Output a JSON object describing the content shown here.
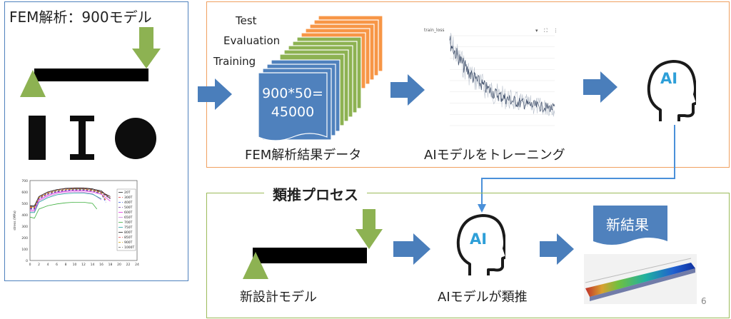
{
  "left_panel": {
    "title": "FEM解析：900モデル",
    "graph": {
      "ylabel": "stress (MPa)",
      "y_ticks": [
        "700",
        "600",
        "500",
        "400",
        "300",
        "200",
        "100",
        "0"
      ],
      "x_ticks": [
        "0",
        "2",
        "4",
        "6",
        "8",
        "10",
        "12",
        "14",
        "16",
        "18",
        "20",
        "22",
        "24"
      ],
      "legend": [
        "20T",
        "300T",
        "400T",
        "500T",
        "600T",
        "650T",
        "700T",
        "750T",
        "800T",
        "850T",
        "900T",
        "1000T"
      ]
    }
  },
  "training": {
    "stack_labels": [
      "Test",
      "Evaluation",
      "Training"
    ],
    "stack_value_line1": "900*50=",
    "stack_value_line2": "45000",
    "caption_data": "FEM解析結果データ",
    "loss_chart_title": "train_loss",
    "caption_train": "AIモデルをトレーニング",
    "ai_label": "AI"
  },
  "inference": {
    "title": "類推プロセス",
    "caption_model": "新設計モデル",
    "ai_label": "AI",
    "caption_ai": "AIモデルが類推",
    "new_result_label": "新結果"
  },
  "page_number": "6",
  "colors": {
    "blue": "#4f81bd",
    "orange": "#f79646",
    "green": "#8db252",
    "arrow": "#4a7ebb"
  },
  "chart_data": {
    "type": "line",
    "xlabel": "",
    "ylabel": "stress (MPa)",
    "ylim": [
      0,
      700
    ],
    "xlim": [
      0,
      24
    ],
    "series": [
      {
        "name": "20T",
        "x": [
          0,
          1,
          2,
          4,
          6,
          8,
          10,
          12,
          14,
          16,
          18
        ],
        "values": [
          470,
          470,
          560,
          600,
          620,
          630,
          630,
          630,
          625,
          610,
          540
        ]
      },
      {
        "name": "300T",
        "x": [
          0,
          1,
          2,
          4,
          6,
          8,
          10,
          12,
          14,
          16,
          17
        ],
        "values": [
          460,
          460,
          550,
          590,
          610,
          620,
          625,
          625,
          615,
          590,
          520
        ]
      },
      {
        "name": "400T",
        "x": [
          0,
          1,
          2,
          4,
          6,
          8,
          10,
          12,
          14,
          16,
          17
        ],
        "values": [
          455,
          455,
          545,
          585,
          605,
          615,
          620,
          620,
          610,
          580,
          510
        ]
      },
      {
        "name": "500T",
        "x": [
          0,
          1,
          2,
          4,
          6,
          8,
          10,
          12,
          14,
          16,
          18
        ],
        "values": [
          450,
          450,
          540,
          580,
          600,
          612,
          616,
          615,
          608,
          590,
          540
        ]
      },
      {
        "name": "600T",
        "x": [
          0,
          1,
          2,
          4,
          6,
          8,
          10,
          12,
          14,
          16,
          18
        ],
        "values": [
          440,
          440,
          530,
          570,
          595,
          605,
          610,
          610,
          600,
          580,
          520
        ]
      },
      {
        "name": "650T",
        "x": [
          0,
          1,
          2,
          4,
          6,
          8,
          10,
          12,
          14,
          16
        ],
        "values": [
          430,
          430,
          520,
          560,
          585,
          595,
          600,
          598,
          585,
          530
        ]
      },
      {
        "name": "700T",
        "x": [
          0,
          1,
          2,
          4,
          6,
          8,
          10,
          12,
          14,
          15
        ],
        "values": [
          380,
          370,
          450,
          480,
          495,
          505,
          510,
          510,
          500,
          450
        ]
      },
      {
        "name": "750T",
        "x": [
          0,
          1,
          2,
          4,
          6,
          8,
          10,
          12,
          14,
          16
        ],
        "values": [
          420,
          420,
          510,
          550,
          575,
          585,
          590,
          590,
          580,
          540
        ]
      },
      {
        "name": "800T",
        "x": [
          0,
          1,
          2,
          4,
          6,
          8,
          10,
          12,
          14,
          16,
          18
        ],
        "values": [
          480,
          480,
          560,
          600,
          620,
          632,
          636,
          636,
          628,
          600,
          560
        ]
      },
      {
        "name": "850T",
        "x": [
          0,
          1,
          2,
          4,
          6,
          8,
          10,
          12,
          14,
          16,
          18
        ],
        "values": [
          470,
          470,
          555,
          595,
          618,
          628,
          632,
          632,
          622,
          600,
          550
        ]
      },
      {
        "name": "900T",
        "x": [
          0,
          1,
          2,
          4,
          6,
          8,
          10,
          12,
          14,
          16,
          17
        ],
        "values": [
          465,
          465,
          548,
          588,
          610,
          620,
          625,
          624,
          614,
          590,
          530
        ]
      },
      {
        "name": "1000T",
        "x": [
          0,
          1,
          2,
          4,
          6,
          8,
          10,
          12,
          14,
          16,
          18
        ],
        "values": [
          475,
          475,
          558,
          598,
          616,
          626,
          630,
          630,
          620,
          596,
          545
        ]
      }
    ]
  }
}
